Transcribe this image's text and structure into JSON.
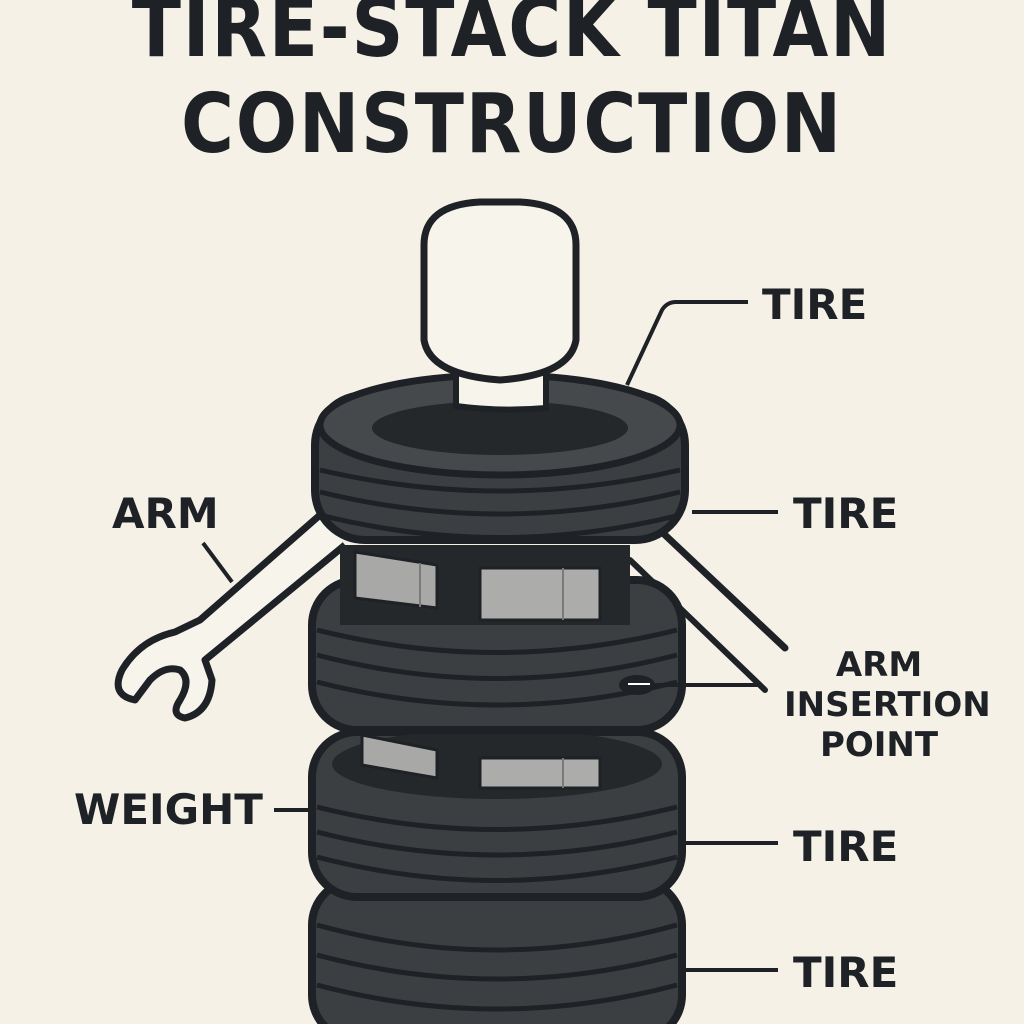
{
  "title": {
    "line1": "TIRE-STACK TITAN",
    "line2": "CONSTRUCTION"
  },
  "labels": {
    "tire_top": "TIRE",
    "tire_upper": "TIRE",
    "arm": "ARM",
    "arm_insertion_point": [
      "ARM",
      "INSERTION",
      "POINT"
    ],
    "weight": "WEIGHT",
    "tire_lower": "TIRE",
    "tire_bottom": "TIRE"
  },
  "figure": {
    "parts": [
      "head",
      "neck",
      "tire",
      "tire",
      "tire",
      "tire",
      "weight",
      "weight",
      "arm (wrench)",
      "arm (rod)"
    ]
  },
  "colors": {
    "background": "#f5f1e7",
    "ink": "#1e2226",
    "tire": "#3d4144",
    "tire_dark": "#25292c",
    "weight": "#a9a9a7"
  }
}
